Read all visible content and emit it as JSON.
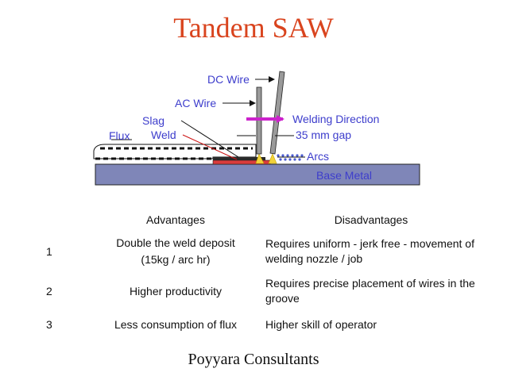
{
  "title": "Tandem SAW",
  "diagram": {
    "labels": {
      "dc_wire": "DC Wire",
      "ac_wire": "AC Wire",
      "slag": "Slag",
      "weld": "Weld",
      "flux": "Flux",
      "welding_direction": "Welding Direction",
      "gap": "35 mm gap",
      "arcs": "Arcs",
      "base_metal": "Base Metal"
    },
    "colors": {
      "label": "#3d3dcc",
      "arrow": "#cc22cc",
      "base_metal": "#7f86b8",
      "weld": "#d93b3b",
      "slag": "#2a2a2a",
      "arc": "#f2d23c",
      "wire": "#9a9a9a"
    }
  },
  "table": {
    "headers": {
      "advantages": "Advantages",
      "disadvantages": "Disadvantages"
    },
    "rows": [
      {
        "num": "1",
        "adv_line1": "Double the weld deposit",
        "adv_line2": "(15kg / arc hr)",
        "dis": "Requires uniform - jerk free - movement of welding nozzle / job"
      },
      {
        "num": "2",
        "adv_line1": "Higher productivity",
        "adv_line2": "",
        "dis": "Requires precise placement of wires in the groove"
      },
      {
        "num": "3",
        "adv_line1": "Less consumption of flux",
        "adv_line2": "",
        "dis": "Higher skill of operator"
      }
    ]
  },
  "footer": "Poyyara Consultants"
}
